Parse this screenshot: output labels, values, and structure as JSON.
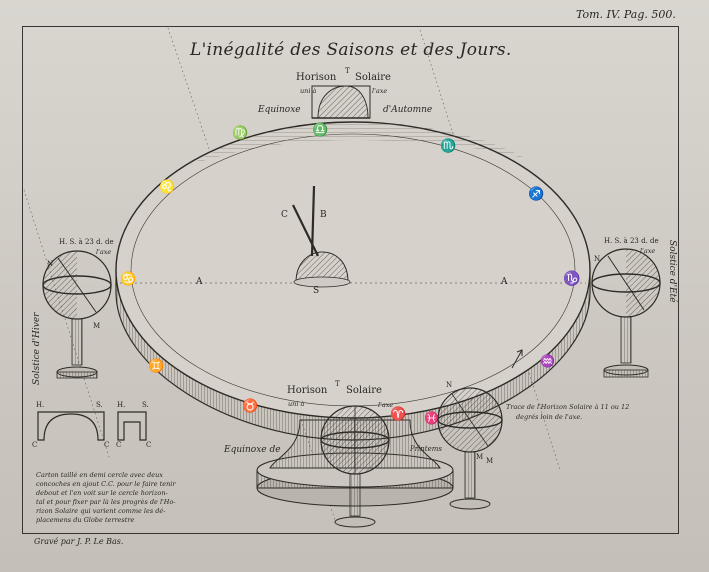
{
  "plate": {
    "tome_page": "Tom. IV. Pag. 500.",
    "title": "L'inégalité des Saisons et des Jours.",
    "engraver": "Gravé par J. P. Le Bas."
  },
  "top_horizon": {
    "horizon_label": "Horison",
    "t_mark": "T",
    "solaire": "Solaire",
    "uni_a": "uni à",
    "axe": "l'axe",
    "equinoxe": "Equinoxe",
    "autumn": "d'Automne"
  },
  "table": {
    "label_A_left": "A",
    "label_A_right": "A",
    "label_S": "S",
    "label_C": "C",
    "label_B": "B"
  },
  "left_globe": {
    "hs_label": "H. S. à 23 d. de",
    "axe": "l'axe",
    "n": "N",
    "m": "M",
    "solstice": "Solstice d'Hiver"
  },
  "right_globe": {
    "hs_label": "H. S. à 23 d. de",
    "axe": "l'axe",
    "n": "N",
    "solstice": "Solstice d'Eté"
  },
  "bottom_horizon": {
    "horizon_label": "Horison",
    "t_mark": "T",
    "solaire": "Solaire",
    "uni_a": "uni à",
    "axe": "l'axe",
    "equinoxe": "Equinoxe de",
    "printemps": "Printems",
    "m1": "M",
    "m2": "M",
    "n": "N"
  },
  "trace_note": {
    "line1": "Trace de l'Horizon Solaire à 11 ou 12",
    "line2": "degrés loin de l'axe."
  },
  "cartons": {
    "h1": "H.",
    "s1": "S.",
    "c1a": "C",
    "c1b": "C",
    "h2": "H.",
    "s2": "S.",
    "c2a": "C",
    "c2b": "C"
  },
  "caption": {
    "lines": [
      "Carton taillé en demi cercle avec deux",
      "concoches en ajout C.C. pour le faire tenir",
      "debout et l'en voit sur le cercle horizon-",
      "tal et pour fixer par là les progrès de l'Ho-",
      "rizon Solaire qui varient comme les dé-",
      "placemens du Globe terrestre"
    ]
  },
  "zodiac": {
    "virgo": "♍",
    "libra": "♎",
    "scorpio": "♏",
    "sagittarius": "♐",
    "capricorn": "♑",
    "aquarius": "♒",
    "pisces": "♓",
    "aries": "♈",
    "taurus": "♉",
    "gemini": "♊",
    "cancer": "♋",
    "leo": "♌"
  },
  "colors": {
    "paper": "#d4d0c9",
    "ink": "#2a2622"
  }
}
